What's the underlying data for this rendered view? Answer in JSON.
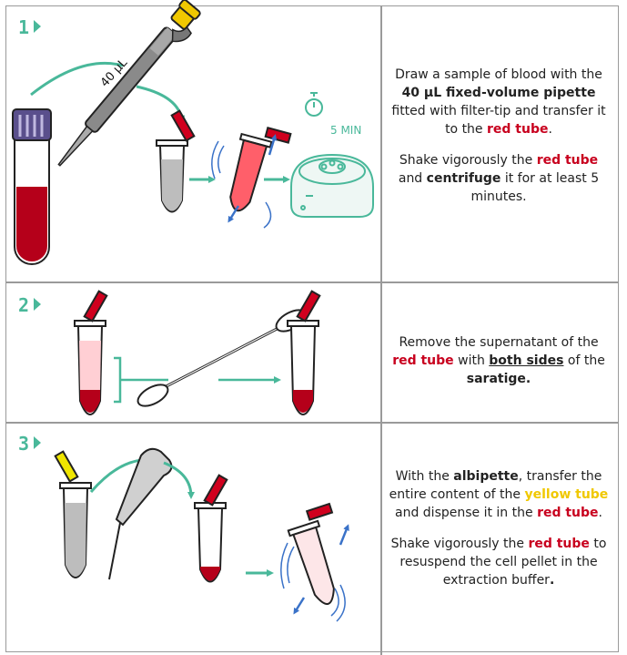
{
  "steps": [
    {
      "number": "1",
      "volume_label": "40 µL",
      "timer_label": "5 MIN",
      "desc": [
        [
          "Draw a sample of blood with the ",
          {
            "b": "40 µL fixed-volume pipette"
          },
          " fitted with filter-tip and transfer it to the ",
          {
            "red": "red tube"
          },
          "."
        ],
        [
          "Shake vigorously the ",
          {
            "red": "red tube"
          },
          " and ",
          {
            "b": "centrifuge"
          },
          " it for at least 5 minutes."
        ]
      ]
    },
    {
      "number": "2",
      "desc": [
        [
          "Remove the supernatant of the ",
          {
            "red": "red tube"
          },
          " with ",
          {
            "ul": "both sides"
          },
          " of the ",
          {
            "b": "saratige."
          }
        ]
      ]
    },
    {
      "number": "3",
      "desc": [
        [
          "With the ",
          {
            "b": "albipette"
          },
          ", transfer the entire content of the ",
          {
            "yellow": "yellow tube"
          },
          " and dispense it in the ",
          {
            "red": "red tube"
          },
          "."
        ],
        [
          "Shake vigorously the ",
          {
            "red": "red tube"
          },
          " to resuspend the cell pellet in the extraction buffer",
          {
            "b": "."
          }
        ]
      ]
    }
  ],
  "colors": {
    "accent": "#49b89a",
    "red": "#c8001e",
    "yellow": "#f0c800",
    "blue": "#3a72c8"
  }
}
